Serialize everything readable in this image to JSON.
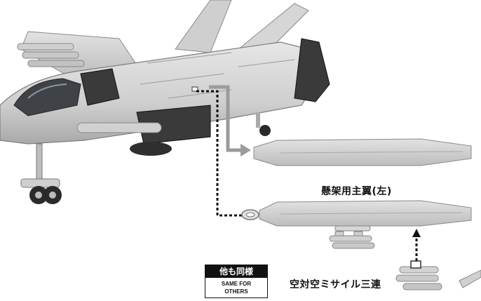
{
  "labels": {
    "main_wing_left": "懸架用主翼(左)",
    "missile_set": "空対空ミサイル三連"
  },
  "badge": {
    "title": "他も同様",
    "line1": "SAME FOR",
    "line2": "OTHERS"
  },
  "colors": {
    "part_gray": "#d4d4d4",
    "part_shadow": "#9a9a9a",
    "dark_part": "#3a3a3a",
    "arrow_gray": "#9b9b9b",
    "arrow_black": "#111111"
  }
}
